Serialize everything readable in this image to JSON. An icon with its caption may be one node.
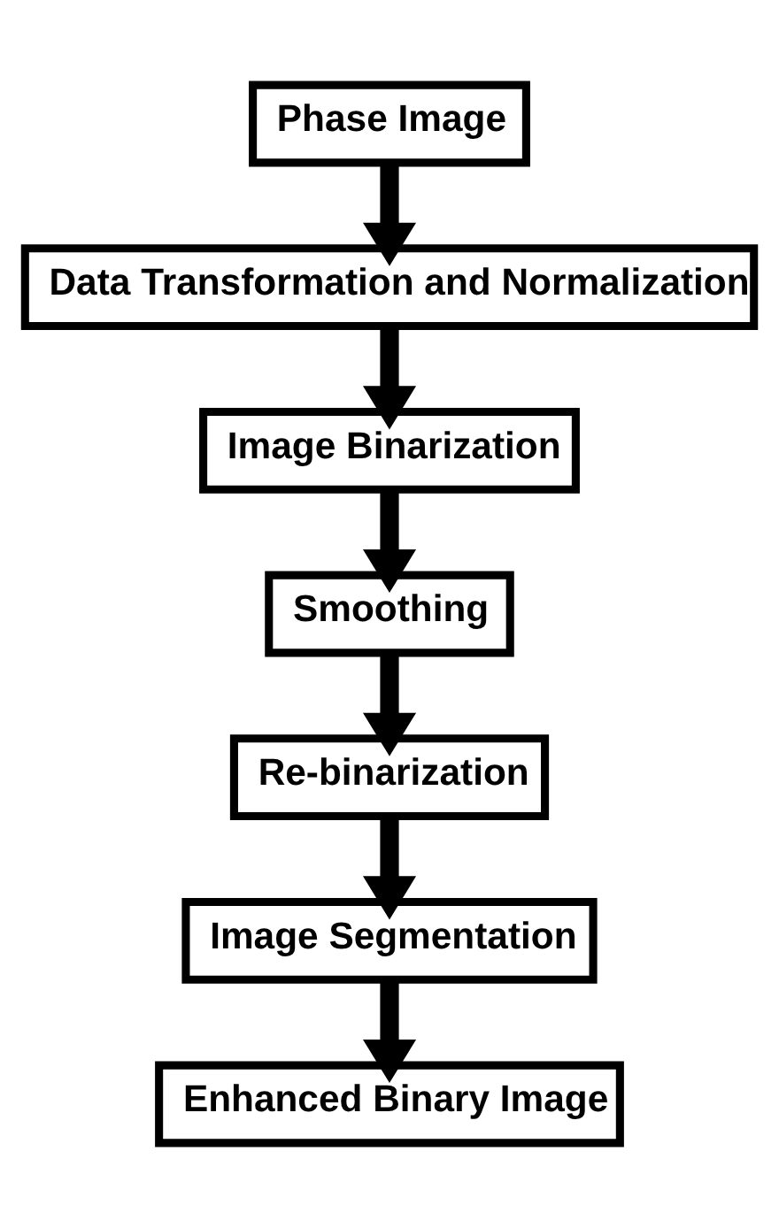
{
  "diagram": {
    "nodes": [
      {
        "text": [
          "Phase Image"
        ]
      },
      {
        "text": [
          "Data Transformation and Normalization"
        ]
      },
      {
        "text": [
          "Image Binarization"
        ]
      },
      {
        "text": [
          "Smoothing"
        ]
      },
      {
        "text": [
          "Re-binarization"
        ]
      },
      {
        "text": [
          "Image Segmentation"
        ]
      },
      {
        "text": [
          "Enhanced Binary Image"
        ]
      }
    ],
    "edges": [
      {
        "from": 0,
        "to": 1,
        "arrow": "to"
      },
      {
        "from": 1,
        "to": 2,
        "arrow": "to"
      },
      {
        "from": 2,
        "to": 3,
        "arrow": "to"
      },
      {
        "from": 3,
        "to": 4,
        "arrow": "to"
      },
      {
        "from": 4,
        "to": 5,
        "arrow": "to"
      },
      {
        "from": 5,
        "to": 6,
        "arrow": "to"
      }
    ]
  }
}
